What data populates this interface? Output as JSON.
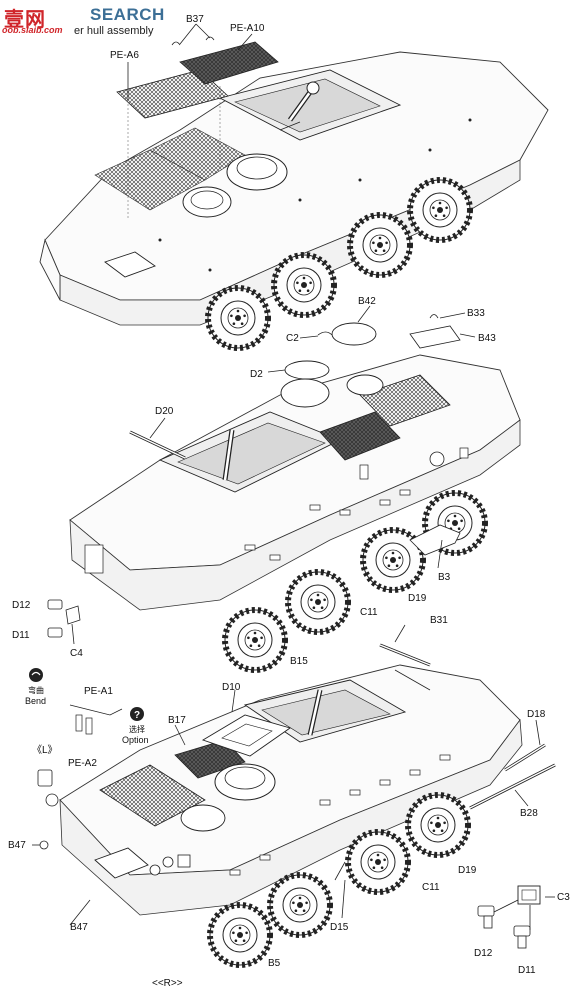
{
  "header": {
    "logo_text": "壹网",
    "logo_url": "oob.slaib.com",
    "search_word": "SEARCH",
    "subtitle": "er hull assembly"
  },
  "labels": {
    "pe_a6": "PE-A6",
    "b37": "B37",
    "pe_a10": "PE-A10",
    "b42": "B42",
    "b33": "B33",
    "c2": "C2",
    "b43": "B43",
    "d2": "D2",
    "d20": "D20",
    "b3": "B3",
    "d19_mid": "D19",
    "c11_mid": "C11",
    "b31": "B31",
    "d12_left": "D12",
    "d11_left": "D11",
    "c4": "C4",
    "b15": "B15",
    "d10": "D10",
    "pe_a1": "PE-A1",
    "pe_a2": "PE-A2",
    "b17": "B17",
    "d18": "D18",
    "b28": "B28",
    "l_mark": "《L》",
    "b47_top": "B47",
    "b47_bottom": "B47",
    "d15": "D15",
    "c11_bot": "C11",
    "d19_bot": "D19",
    "c3": "C3",
    "d12_right": "D12",
    "d11_right": "D11",
    "b5": "B5",
    "r_mark": "<<R>>"
  },
  "legend": {
    "bend_cn": "弯曲",
    "bend_en": "Bend",
    "option_cn": "选择",
    "option_en": "Option"
  },
  "colors": {
    "logo_red": "#d0252a",
    "search_blue": "#3c6f96",
    "line": "#222222"
  }
}
